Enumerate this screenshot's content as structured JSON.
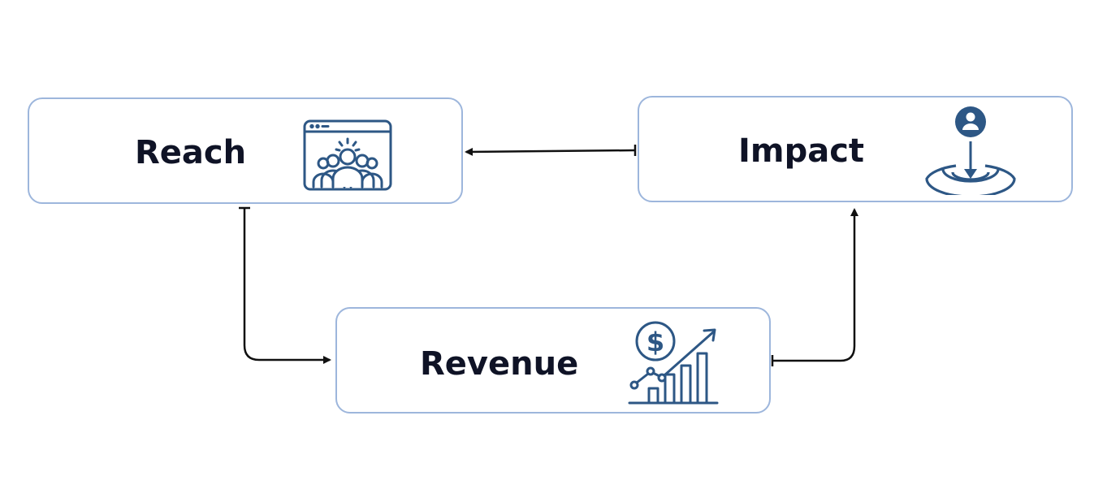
{
  "nodes": {
    "reach": {
      "label": "Reach",
      "icon": "audience-screen-icon"
    },
    "impact": {
      "label": "Impact",
      "icon": "person-target-icon"
    },
    "revenue": {
      "label": "Revenue",
      "icon": "dollar-growth-chart-icon"
    }
  },
  "edges": [
    {
      "from": "impact",
      "to": "reach",
      "style": "bar-to-arrow"
    },
    {
      "from": "reach",
      "to": "revenue",
      "style": "bar-to-arrow"
    },
    {
      "from": "revenue",
      "to": "impact",
      "style": "bar-to-arrow"
    }
  ],
  "colors": {
    "box_border": "#9db6dc",
    "icon": "#2d5785",
    "label": "#0f1326",
    "connector": "#111111"
  }
}
